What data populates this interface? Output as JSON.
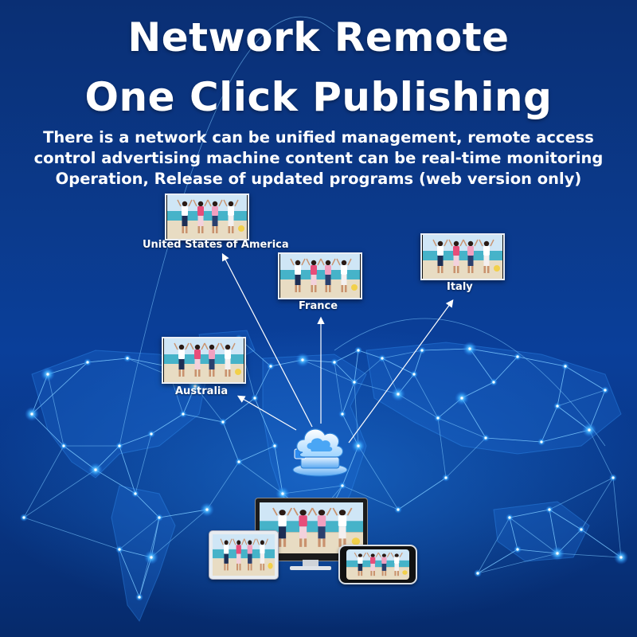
{
  "title_line1": "Network Remote",
  "title_line2": "One Click Publishing",
  "description": [
    "There is a network can be unified management, remote access",
    "control advertising machine content can be real-time monitoring",
    "Operation, Release of updated programs (web version only)"
  ],
  "locations": {
    "usa": "United States of America",
    "france": "France",
    "italy": "Italy",
    "australia": "Australia"
  },
  "colors": {
    "background": "#0b3a8c",
    "network_glow": "#2ea6ff",
    "screen_frame": "#e9eef5"
  },
  "icons": [
    "cloud-server-icon",
    "monitor-icon",
    "tablet-icon",
    "phone-icon"
  ]
}
